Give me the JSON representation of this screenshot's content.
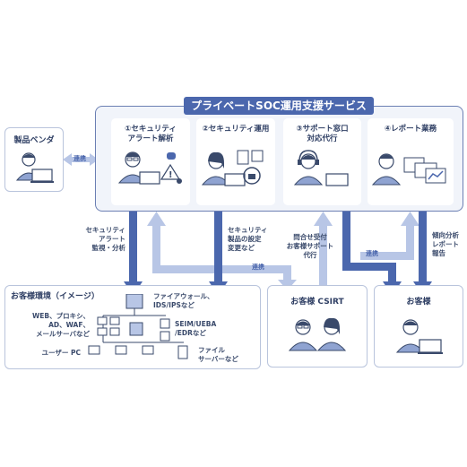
{
  "title": "プライベートSOC運用支援サービス",
  "services": [
    {
      "label": "①セキュリティ\nアラート解析"
    },
    {
      "label": "②セキュリティ運用"
    },
    {
      "label": "③サポート窓口\n対応代行"
    },
    {
      "label": "④レポート業務"
    }
  ],
  "vendor": {
    "label": "製品ベンダ",
    "link_tag": "連携"
  },
  "customer_env": {
    "title": "お客様環境（イメージ）",
    "firewall": "ファイアウォール、\nIDS/IPSなど",
    "servers": "WEB、プロキシ、\nAD、WAF、\nメールサーバなど",
    "siem": "SEIM/UEBA\n/EDRなど",
    "user_pc": "ユーザー PC",
    "file_server": "ファイル\nサーバーなど"
  },
  "csirt": {
    "title": "お客様 CSIRT"
  },
  "customer": {
    "title": "お客様"
  },
  "flows": {
    "alert": "セキュリティ\nアラート\n監視・分析",
    "ops": "セキュリティ\n製品の設定\n変更など",
    "support": "問合せ受付\nお客様サポート\n代行",
    "report": "傾向分析\nレポート\n報告",
    "link1": "連携",
    "link2": "連携"
  },
  "colors": {
    "primary": "#4b67ad",
    "light": "#b8c6e6",
    "border": "#b9c4dc"
  }
}
